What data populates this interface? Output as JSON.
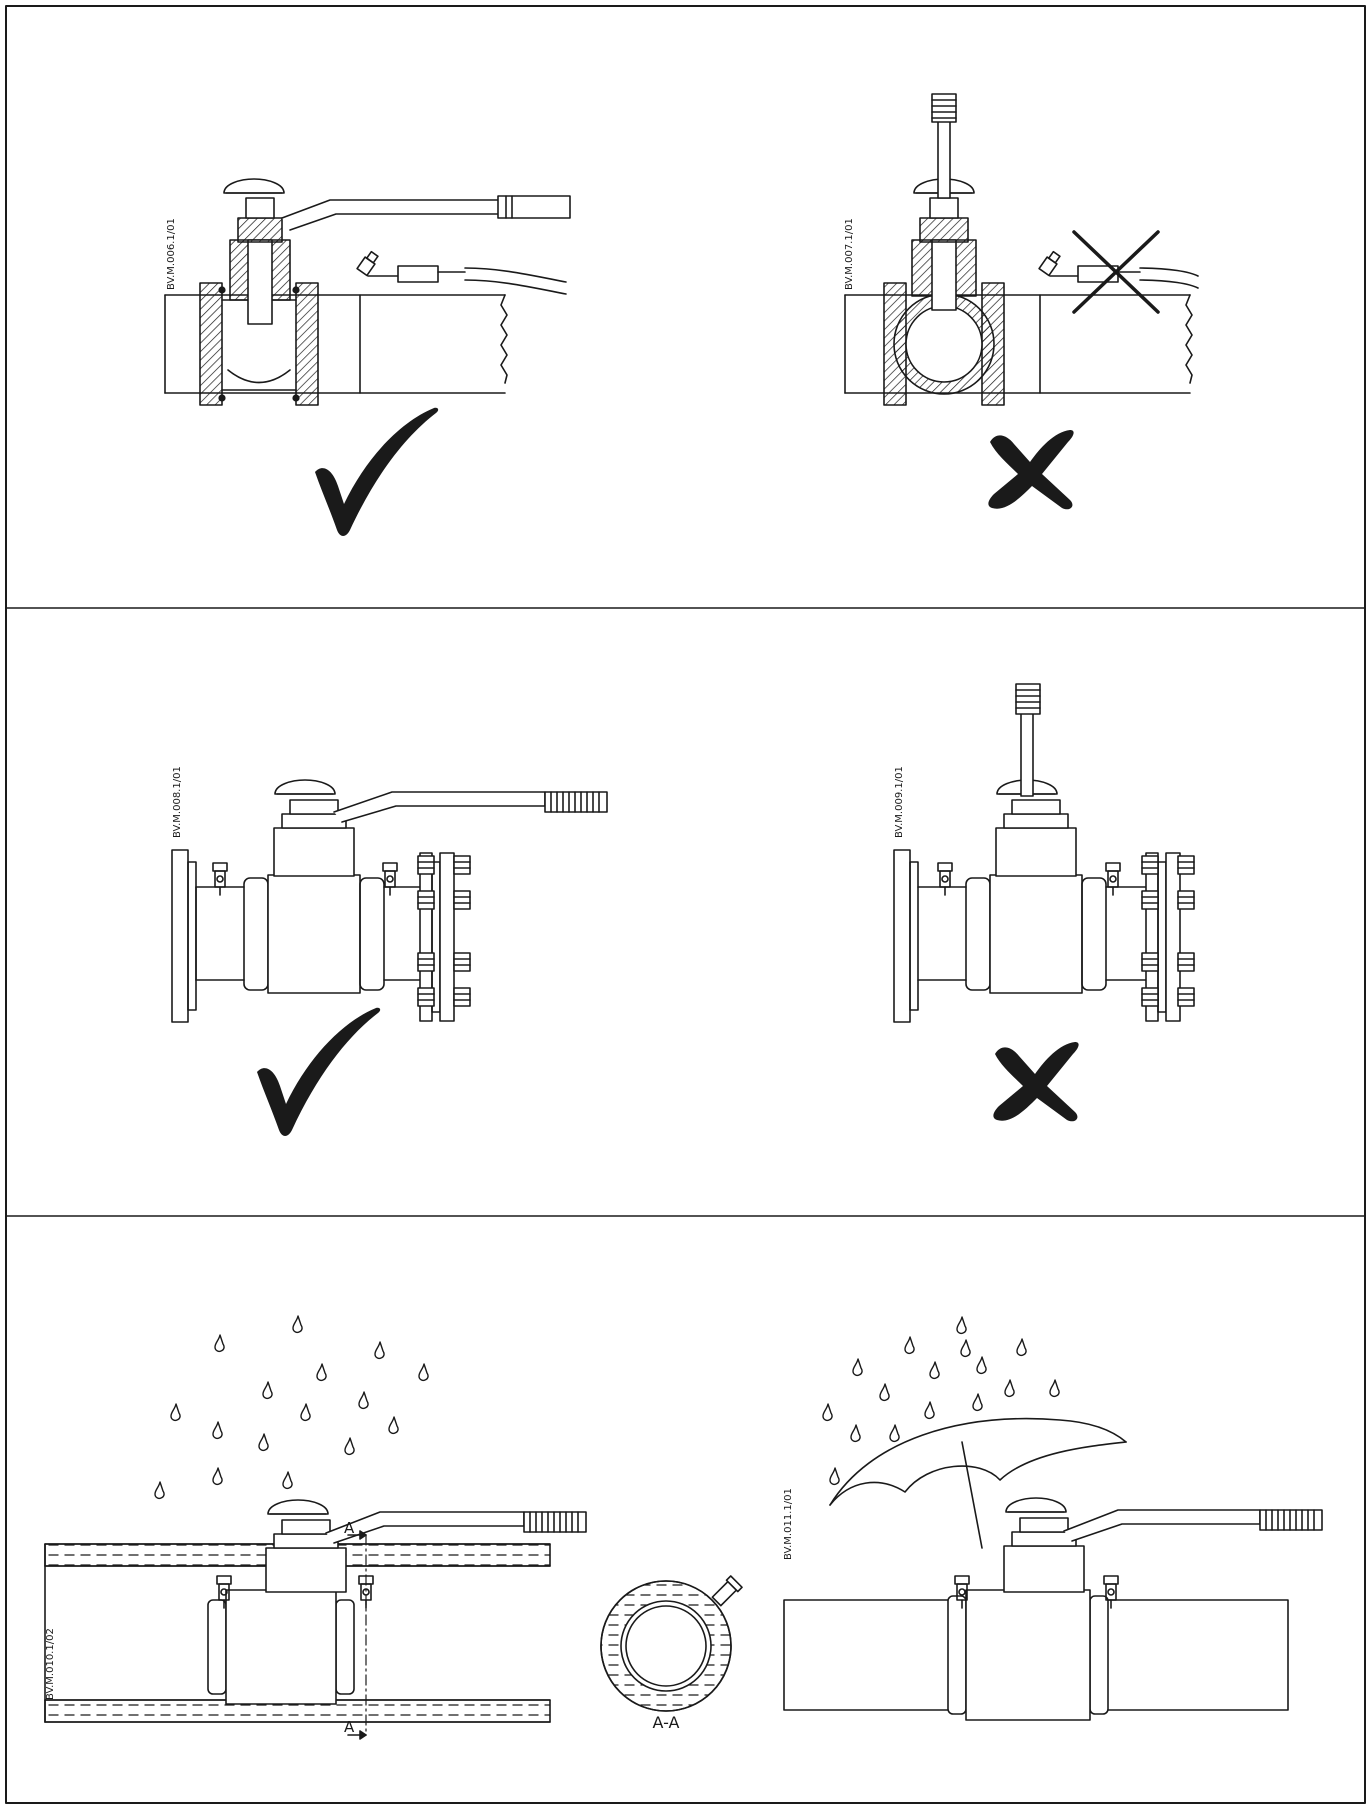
{
  "panels": [
    {
      "left": {
        "code": "BV.M.006.1/01",
        "verdict": "correct"
      },
      "right": {
        "code": "BV.M.007.1/01",
        "verdict": "wrong"
      }
    },
    {
      "left": {
        "code": "BV.M.008.1/01",
        "verdict": "correct"
      },
      "right": {
        "code": "BV.M.009.1/01",
        "verdict": "wrong"
      }
    },
    {
      "left": {
        "code": "BV.M.010.1/02",
        "section_mark": "A"
      },
      "section": {
        "label": "A-A"
      },
      "right": {
        "code": "BV.M.011.1/01"
      }
    }
  ],
  "icons": {
    "correct": "check-mark-icon",
    "wrong": "cross-mark-icon",
    "rain": "rain-drop-icon",
    "umbrella": "umbrella-icon"
  },
  "colors": {
    "ink": "#1a1a1a",
    "background": "#ffffff"
  }
}
